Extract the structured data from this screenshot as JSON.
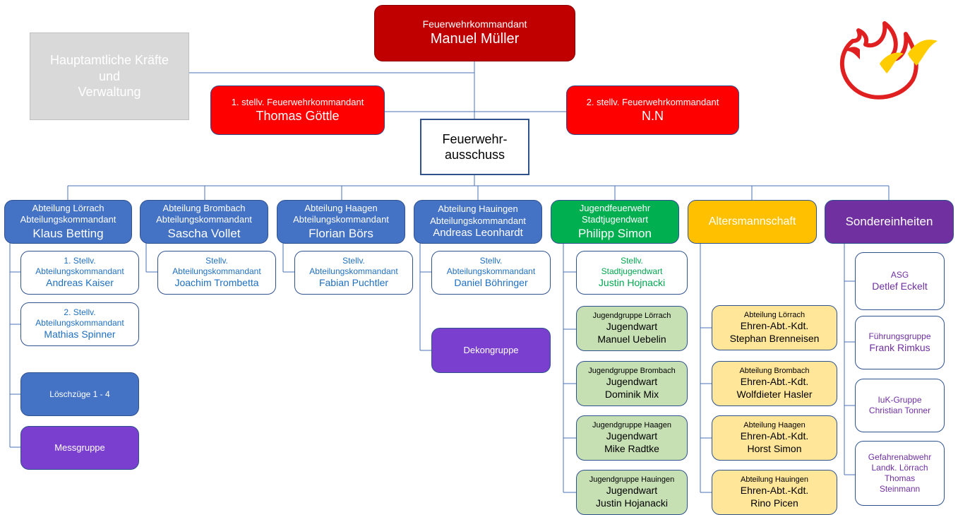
{
  "commander": {
    "title": "Feuerwehrkommandant",
    "name": "Manuel Müller"
  },
  "hauptamt": {
    "line1": "Hauptamtliche Kräfte",
    "line2": "und",
    "line3": "Verwaltung"
  },
  "deputy1": {
    "title": "1. stellv. Feuerwehrkommandant",
    "name": "Thomas Göttle"
  },
  "deputy2": {
    "title": "2. stellv. Feuerwehrkommandant",
    "name": "N.N"
  },
  "ausschuss": {
    "line1": "Feuerwehr-",
    "line2": "ausschuss"
  },
  "loerrach": {
    "head": {
      "line1": "Abteilung Lörrach",
      "line2": "Abteilungskommandant",
      "name": "Klaus Betting"
    },
    "deputy1": {
      "line1": "1. Stellv.",
      "line2": "Abteilungskommandant",
      "name": "Andreas Kaiser"
    },
    "deputy2": {
      "line1": "2. Stellv.",
      "line2": "Abteilungskommandant",
      "name": "Mathias Spinner"
    },
    "loeschzuege": "Löschzüge 1 - 4",
    "messgruppe": "Messgruppe"
  },
  "brombach": {
    "head": {
      "line1": "Abteilung Brombach",
      "line2": "Abteilungskommandant",
      "name": "Sascha Vollet"
    },
    "deputy": {
      "line1": "Stellv.",
      "line2": "Abteilungskommandant",
      "name": "Joachim Trombetta"
    }
  },
  "haagen": {
    "head": {
      "line1": "Abteilung Haagen",
      "line2": "Abteilungskommandant",
      "name": "Florian Börs"
    },
    "deputy": {
      "line1": "Stellv.",
      "line2": "Abteilungskommandant",
      "name": "Fabian Puchtler"
    }
  },
  "hauingen": {
    "head": {
      "line1": "Abteilung Hauingen",
      "line2": "Abteilungskommandant",
      "name": "Andreas Leonhardt"
    },
    "deputy": {
      "line1": "Stellv.",
      "line2": "Abteilungskommandant",
      "name": "Daniel Böhringer"
    },
    "dekongruppe": "Dekongruppe"
  },
  "jugend": {
    "head": {
      "line1": "Jugendfeuerwehr",
      "line2": "Stadtjugendwart",
      "name": "Philipp Simon"
    },
    "deputy": {
      "line1": "Stellv.",
      "line2": "Stadtjugendwart",
      "name": "Justin Hojnacki"
    },
    "groups": [
      {
        "group": "Jugendgruppe Lörrach",
        "role": "Jugendwart",
        "name": "Manuel Uebelin"
      },
      {
        "group": "Jugendgruppe Brombach",
        "role": "Jugendwart",
        "name": "Dominik Mix"
      },
      {
        "group": "Jugendgruppe Haagen",
        "role": "Jugendwart",
        "name": "Mike Radtke"
      },
      {
        "group": "Jugendgruppe Hauingen",
        "role": "Jugendwart",
        "name": "Justin Hojanacki"
      }
    ]
  },
  "alters": {
    "head": "Altersmannschaft",
    "groups": [
      {
        "group": "Abteilung Lörrach",
        "role": "Ehren-Abt.-Kdt.",
        "name": "Stephan Brenneisen"
      },
      {
        "group": "Abteilung Brombach",
        "role": "Ehren-Abt.-Kdt.",
        "name": "Wolfdieter Hasler"
      },
      {
        "group": "Abteilung Haagen",
        "role": "Ehren-Abt.-Kdt.",
        "name": "Horst Simon"
      },
      {
        "group": "Abteilung Hauingen",
        "role": "Ehren-Abt.-Kdt.",
        "name": "Rino Picen"
      }
    ]
  },
  "sonder": {
    "head": "Sondereinheiten",
    "units": [
      {
        "line1": "ASG",
        "line2": "Detlef Eckelt"
      },
      {
        "line1": "Führungsgruppe",
        "line2": "Frank Rimkus"
      },
      {
        "line1": "IuK-Gruppe",
        "line2": "Christian Tonner"
      },
      {
        "line1": "Gefahrenabwehr",
        "line2": "Landk. Lörrach",
        "line3": "Thomas",
        "line4": "Steinmann"
      }
    ]
  },
  "colors": {
    "commander": "#c00000",
    "deputy": "#ff0000",
    "abteilung": "#4472c4",
    "jugend": "#00b050",
    "alters": "#ffc000",
    "sonder": "#7030a0",
    "connector": "#4472c4"
  }
}
